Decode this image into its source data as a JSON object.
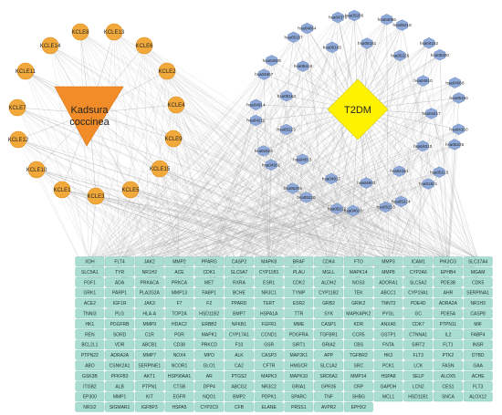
{
  "colors": {
    "kcle_node": "#F2A93B",
    "kcle_edge": "#E08E1F",
    "herb": "#F28C28",
    "pathway_node": "#8FA9D9",
    "pathway_edge": "#6F8CC4",
    "disease": "#FFF200",
    "gene_node": "#A9DDD2",
    "gene_edge": "#7FC3B4",
    "edge": "#9A9A9A"
  },
  "herb": {
    "label_line1": "Kadsura",
    "label_line2": "coccinea"
  },
  "disease": {
    "label": "T2DM"
  },
  "kcle_nodes": [
    "KCLE1",
    "KCLE2",
    "KCLE3",
    "KCLE4",
    "KCLE5",
    "KCLE6",
    "KCLE7",
    "KCLE8",
    "KCLE9",
    "KCLE10",
    "KCLE11",
    "KCLE12",
    "KCLE13",
    "KCLE14",
    "KCLE15"
  ],
  "pathway_nodes": [
    "hsa05206",
    "hsa05161",
    "hsa04066",
    "hsa05218",
    "hsa05226",
    "hsa04152",
    "hsa05200",
    "hsa04910",
    "hsa04068",
    "hsa05160",
    "hsa04417",
    "hsa04150",
    "hsa05225",
    "hsa04010",
    "hsa05215",
    "hsa01521",
    "hsa04151",
    "hsa05224",
    "hsa05210",
    "hsa04933",
    "hsa04620",
    "hsa05212",
    "hsa04917",
    "hsa05220",
    "hsa05205",
    "hsa04015",
    "hsa04931",
    "hsa01524",
    "hsa05223",
    "hsa04211",
    "hsa04914",
    "hsa05163",
    "hsa04657",
    "hsa04926",
    "hsa05418",
    "hsa05167",
    "hsa04664",
    "hsa05165",
    "hsa04370"
  ],
  "genes": [
    "XDH",
    "FLT4",
    "JAK2",
    "MMP2",
    "PPARG",
    "CASP2",
    "MAPK8",
    "BRAF",
    "CDK4",
    "FTO",
    "MMP3",
    "ICAM1",
    "PIK3CG",
    "SLC37A4",
    "SLC5A1",
    "TYR",
    "NR1H2",
    "ACE",
    "CDK1",
    "SLC5A7",
    "CYP11B1",
    "PLAU",
    "MGLL",
    "MAPK14",
    "MMP8",
    "CYP2A6",
    "EPHB4",
    "MGAM",
    "FGF1",
    "ADA",
    "PRKACA",
    "PRKCA",
    "MET",
    "RXRA",
    "ESR1",
    "CDK2",
    "ALDH2",
    "NOS3",
    "ADORA1",
    "SLC5A2",
    "PDE3B",
    "CDK5",
    "GRK1",
    "PARP1",
    "PLA2G2A",
    "MMP13",
    "FABP1",
    "BCHE",
    "NR3C1",
    "TYMP",
    "CYP11B2",
    "TEK",
    "ABCC1",
    "CYP19A1",
    "AHR",
    "SERPINA1",
    "ACE2",
    "IGF1R",
    "JAK3",
    "F7",
    "F2",
    "PPARD",
    "TERT",
    "ESR2",
    "GRB2",
    "GRIK2",
    "TNNT2",
    "PDE4D",
    "ADRA2A",
    "NR1H3",
    "TNNI3",
    "PLG",
    "HLA-A",
    "TOP2A",
    "HSD11B2",
    "BMP7",
    "HSPA1A",
    "TTR",
    "SYK",
    "MAPKAPK2",
    "PYGL",
    "GC",
    "PDE5A",
    "CASP8",
    "HK1",
    "PDGFRB",
    "MMP9",
    "HDAC2",
    "ERBB2",
    "NFKB1",
    "FGFR1",
    "MME",
    "CASP1",
    "KDR",
    "ANXA5",
    "CDK7",
    "PTPN11",
    "MIF",
    "REN",
    "SORD",
    "C1R",
    "PGR",
    "MAPK1",
    "CYP17A1",
    "CCND1",
    "PDGFRA",
    "TGFBR1",
    "CCR5",
    "GSTP1",
    "CTNNA1",
    "IL2",
    "FABP4",
    "BCL2L1",
    "VDR",
    "ABCB1",
    "CD38",
    "PRKCD",
    "F10",
    "GSR",
    "SIRT1",
    "GRIA2",
    "CBS",
    "FNTA",
    "SIRT2",
    "FLT1",
    "INSR",
    "PTPN22",
    "ADRA2A",
    "MMP7",
    "NOX4",
    "MPO",
    "ALK",
    "CASP3",
    "MAP2K1",
    "APP",
    "TGFBR2",
    "HK2",
    "FLT3",
    "PTK2",
    "DTBD",
    "ABO",
    "CSNK2A1",
    "SERPINE1",
    "NCOR1",
    "GLO1",
    "CA2",
    "CFTR",
    "HMGCR",
    "SLC1A2",
    "SRC",
    "PCK1",
    "LCK",
    "FASN",
    "GAA",
    "GSK3B",
    "PFKFB3",
    "AKT1",
    "HSP90AA1",
    "AR",
    "PTGS2",
    "MAPK3",
    "MAPK10",
    "SRD5A2",
    "MMP14",
    "HSPA8",
    "SELP",
    "ALOX5",
    "ACHE",
    "ITGB2",
    "ALB",
    "PTPN1",
    "CTSB",
    "DPP4",
    "ABCG2",
    "NR3C2",
    "GRIA1",
    "GPR35",
    "CRP",
    "GAPDH",
    "LCN2",
    "CES1",
    "FLT3",
    "EP300",
    "MMP1",
    "KIT",
    "EGFR",
    "NQO1",
    "BMP2",
    "PDPK1",
    "SPARC",
    "TNF",
    "SHBG",
    "MCL1",
    "HSD11B1",
    "SNCA",
    "ALOX12",
    "NR1I2",
    "SIGMAR1",
    "IGFBP3",
    "HSPA5",
    "CYP2C9",
    "CFB",
    "ELANE",
    "PRSS1",
    "AVPR2",
    "EPHX2"
  ]
}
